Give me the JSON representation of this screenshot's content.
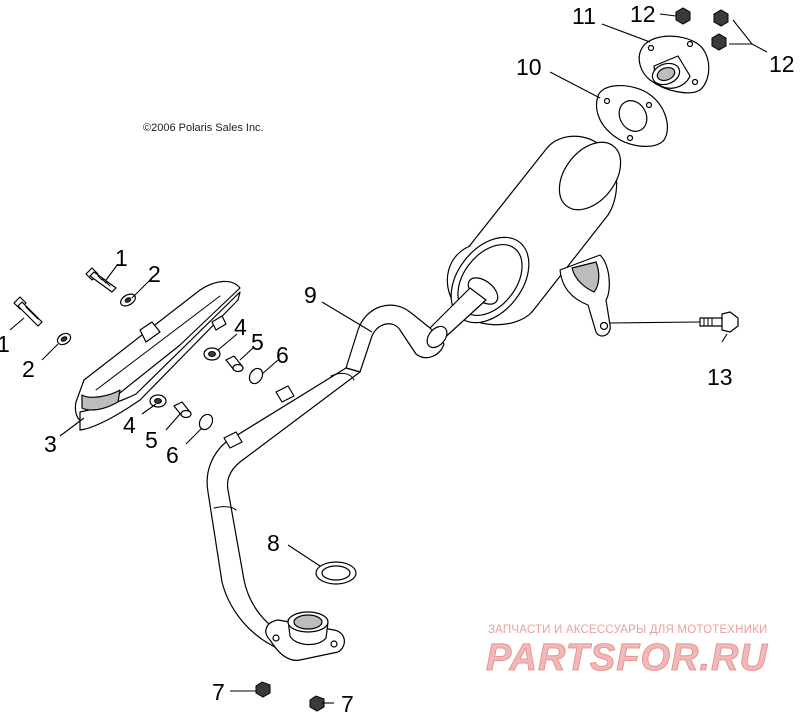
{
  "copyright": "©2006 Polaris Sales Inc.",
  "watermark": {
    "tagline": "ЗАПЧАСТИ И АКСЕССУАРЫ ДЛЯ МОТОТЕХНИКИ",
    "logo": "PARTSFOR.RU"
  },
  "callouts": {
    "c1a": "1",
    "c1b": "1",
    "c2a": "2",
    "c2b": "2",
    "c3": "3",
    "c4a": "4",
    "c4b": "4",
    "c5a": "5",
    "c5b": "5",
    "c6a": "6",
    "c6b": "6",
    "c7a": "7",
    "c7b": "7",
    "c8": "8",
    "c9": "9",
    "c10": "10",
    "c11": "11",
    "c12a": "12",
    "c12b": "12",
    "c13": "13"
  },
  "colors": {
    "line": "#000000",
    "shade": "#bdbdbd",
    "watermark": "#e08a8a"
  }
}
